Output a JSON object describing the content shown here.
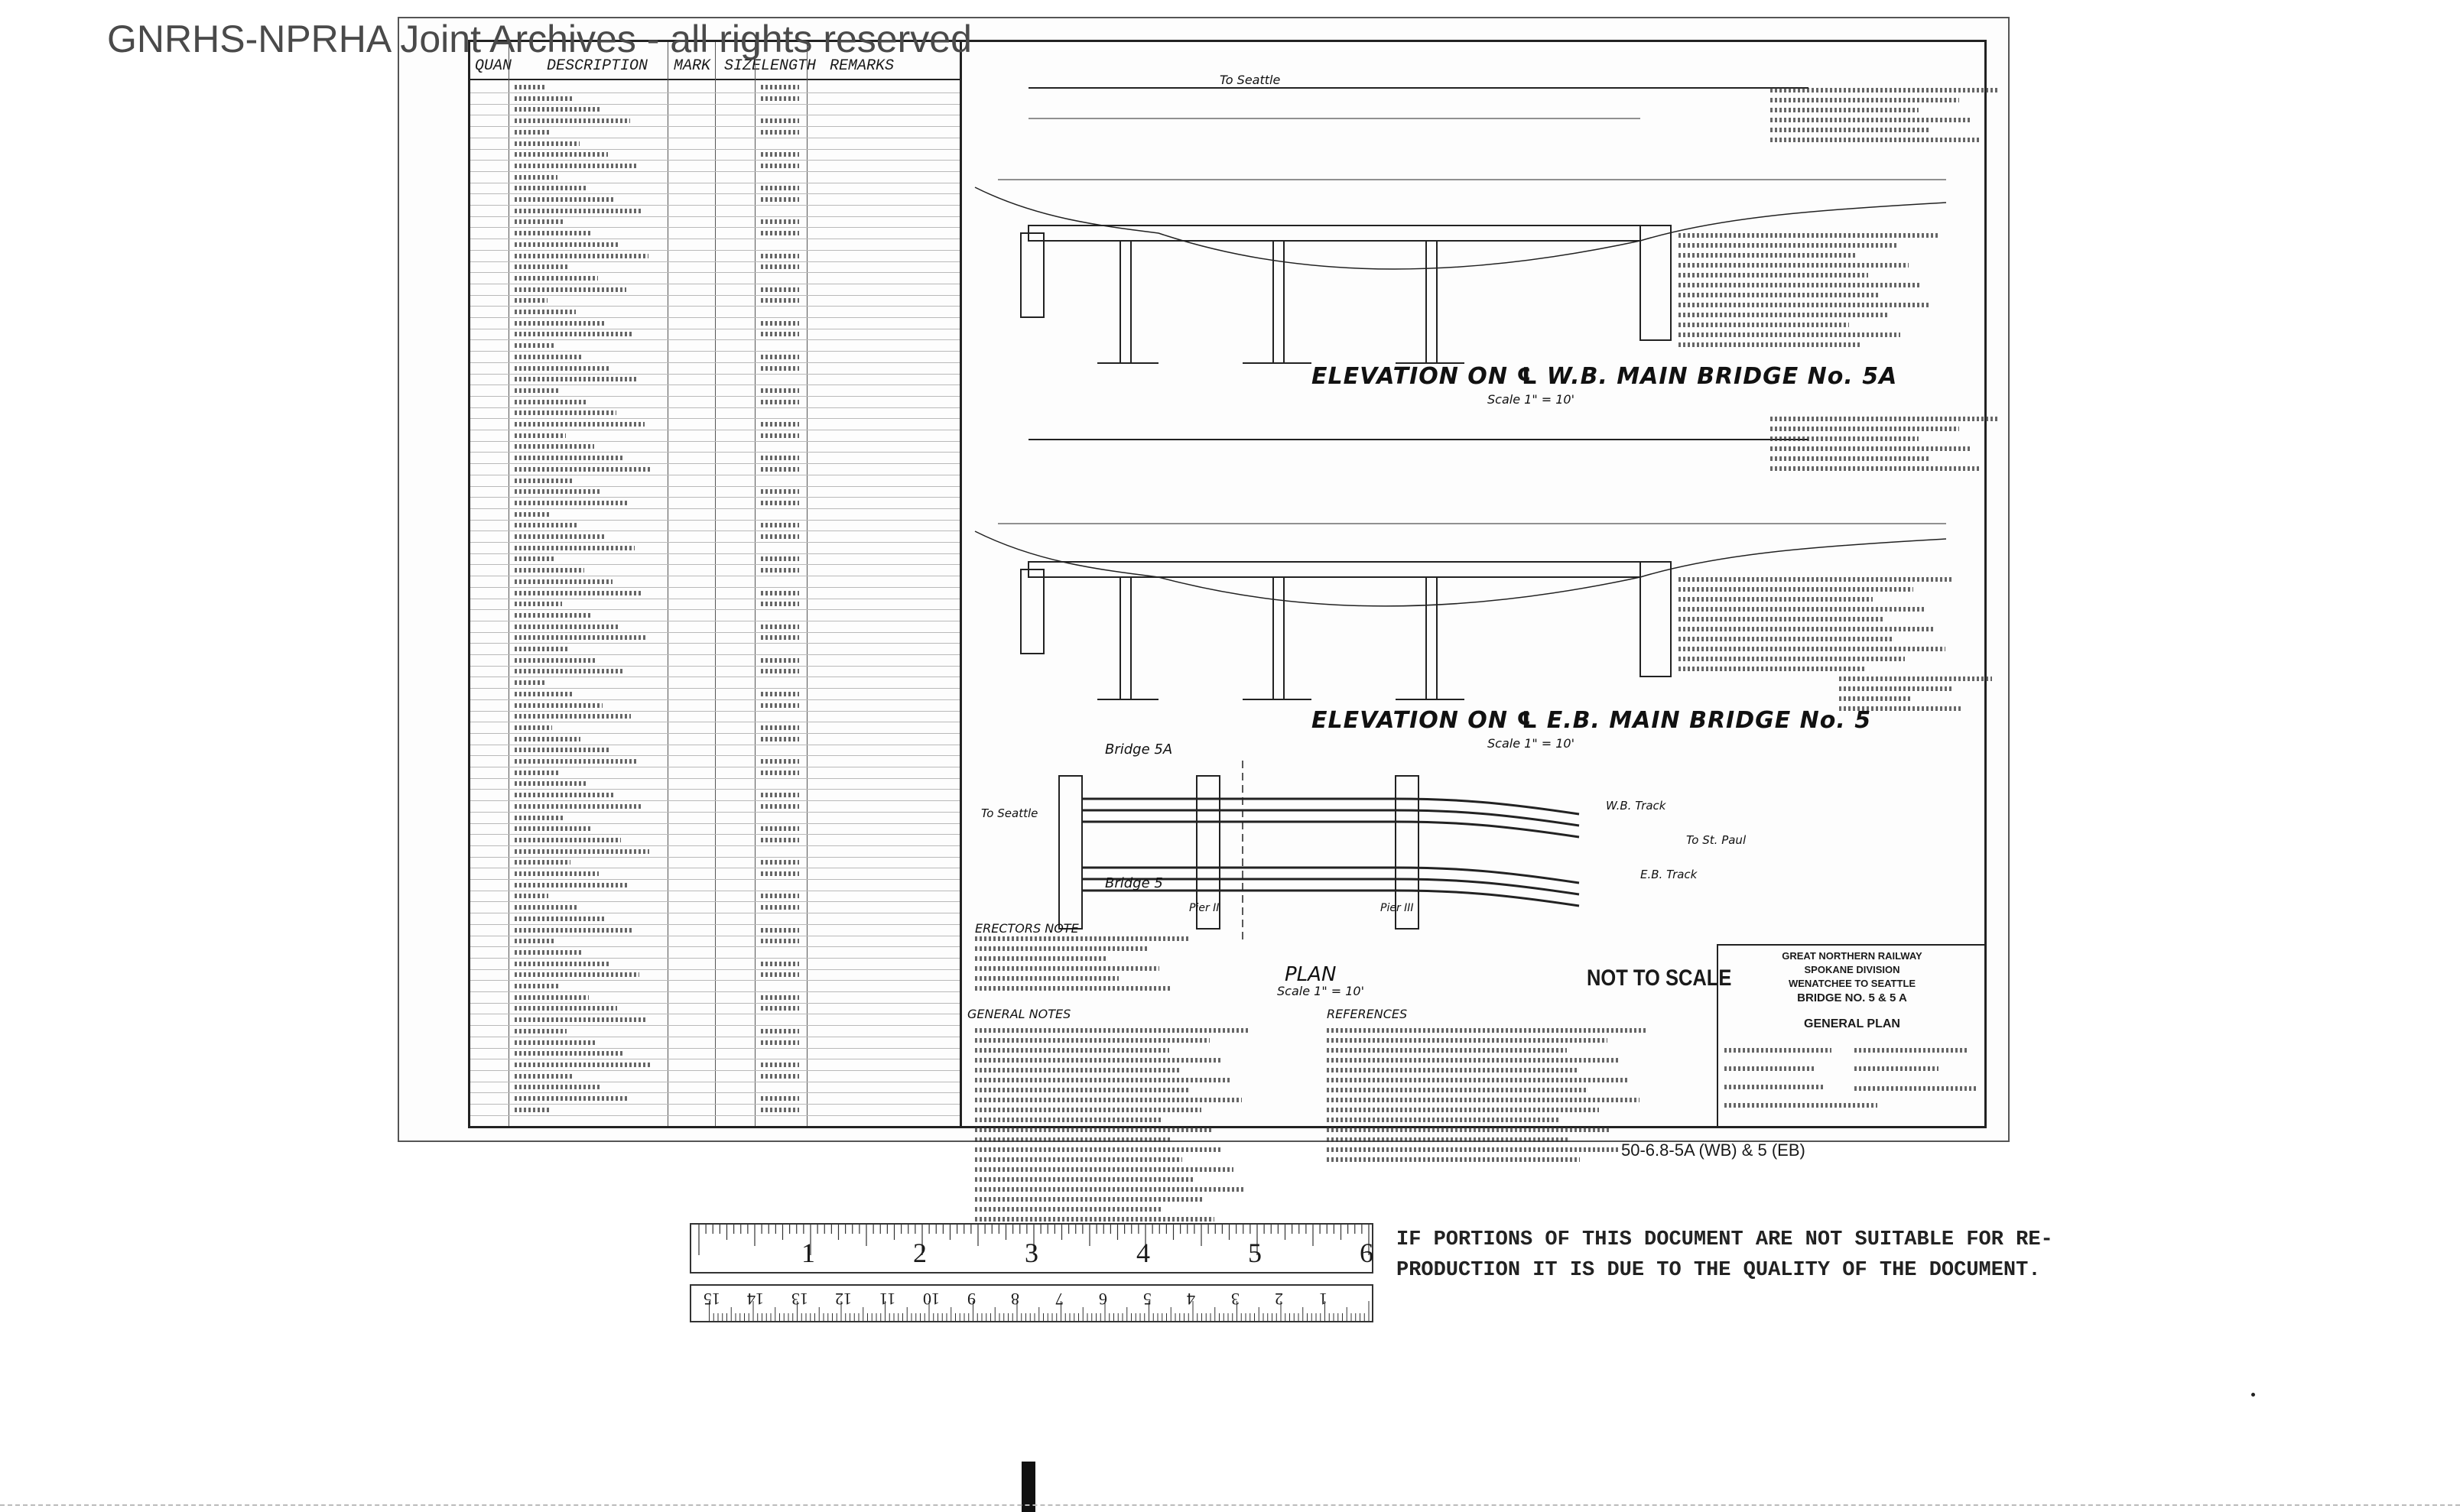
{
  "watermark": "GNRHS-NPRHA Joint Archives - all rights reserved",
  "bill_of_materials": {
    "headers": [
      "QUAN",
      "DESCRIPTION",
      "MARK",
      "SIZE",
      "LENGTH",
      "REMARKS"
    ]
  },
  "drawing": {
    "elevation_5a_title": "ELEVATION ON ℄ W.B. MAIN BRIDGE No. 5A",
    "elevation_5_title": "ELEVATION ON ℄ E.B. MAIN BRIDGE No. 5",
    "elevation_scale": "Scale 1\" = 10'",
    "plan_title": "PLAN",
    "plan_scale": "Scale 1\" = 10'",
    "bridge_5a_label": "Bridge 5A",
    "bridge_5_label": "Bridge 5",
    "to_seattle": "To Seattle",
    "to_st_paul": "To St. Paul",
    "pier_ii": "Pier II",
    "pier_iii": "Pier III",
    "wb_track": "W.B. Track",
    "eb_track": "E.B. Track",
    "erectors_note": "ERECTORS NOTE",
    "general_notes": "GENERAL NOTES",
    "references": "REFERENCES"
  },
  "not_to_scale": "NOT TO SCALE",
  "title_block": {
    "railway": "GREAT NORTHERN RAILWAY",
    "division": "SPOKANE DIVISION",
    "route": "WENATCHEE TO SEATTLE",
    "bridge": "BRIDGE NO. 5 & 5 A",
    "sheet_title": "GENERAL PLAN"
  },
  "drawing_number": "50-6.8-5A (WB) & 5 (EB)",
  "ruler": {
    "top_numbers": [
      "1",
      "2",
      "3",
      "4",
      "5",
      "6"
    ],
    "bottom_numbers": [
      "1",
      "2",
      "3",
      "4",
      "5",
      "6",
      "7",
      "8",
      "9",
      "10",
      "11",
      "12",
      "13",
      "14",
      "15"
    ]
  },
  "notice_line1": "IF PORTIONS OF THIS DOCUMENT ARE NOT SUITABLE FOR RE-",
  "notice_line2": "PRODUCTION IT IS DUE TO THE QUALITY OF THE DOCUMENT."
}
